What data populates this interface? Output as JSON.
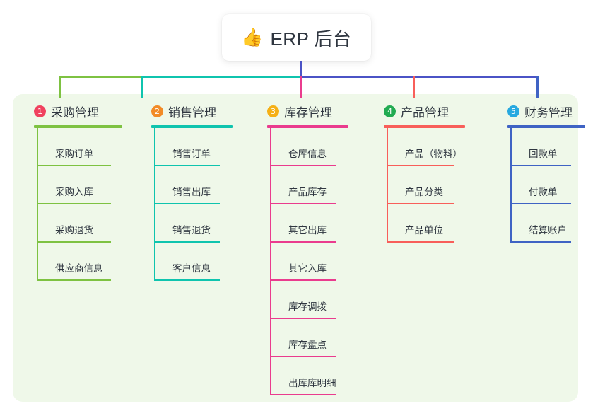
{
  "root": {
    "icon": "thumbs-up-icon",
    "icon_glyph": "👍",
    "title": "ERP 后台",
    "card_bg": "#ffffff"
  },
  "panel": {
    "background": "#eff8e9"
  },
  "connectors": {
    "trunk_color": "#4b53c6",
    "segments": [
      {
        "name": "green-segment",
        "color": "#7ec242"
      },
      {
        "name": "teal-segment",
        "color": "#0fc4ae"
      },
      {
        "name": "blue-segment",
        "color": "#4b53c6"
      }
    ],
    "drops": [
      {
        "name": "drop-1",
        "color": "#7ec242"
      },
      {
        "name": "drop-2",
        "color": "#0fc4ae"
      },
      {
        "name": "drop-3",
        "color": "#ea3c8e"
      },
      {
        "name": "drop-4",
        "color": "#f85f5a"
      },
      {
        "name": "drop-5",
        "color": "#3f63c4"
      }
    ]
  },
  "columns": [
    {
      "number": "1",
      "badge_color": "#f0425f",
      "accent": "#7ec242",
      "title": "采购管理",
      "items": [
        {
          "label": "采购订单"
        },
        {
          "label": "采购入库"
        },
        {
          "label": "采购退货"
        },
        {
          "label": "供应商信息"
        }
      ]
    },
    {
      "number": "2",
      "badge_color": "#f28b27",
      "accent": "#0fc4ae",
      "title": "销售管理",
      "items": [
        {
          "label": "销售订单"
        },
        {
          "label": "销售出库"
        },
        {
          "label": "销售退货"
        },
        {
          "label": "客户信息"
        }
      ]
    },
    {
      "number": "3",
      "badge_color": "#f5b016",
      "accent": "#ea3c8e",
      "title": "库存管理",
      "items": [
        {
          "label": "仓库信息"
        },
        {
          "label": "产品库存"
        },
        {
          "label": "其它出库"
        },
        {
          "label": "其它入库"
        },
        {
          "label": "库存调拨"
        },
        {
          "label": "库存盘点"
        },
        {
          "label": "出库库明细"
        }
      ]
    },
    {
      "number": "4",
      "badge_color": "#22ab52",
      "accent": "#f85f5a",
      "title": "产品管理",
      "items": [
        {
          "label": "产品（物料）"
        },
        {
          "label": "产品分类"
        },
        {
          "label": "产品单位"
        }
      ]
    },
    {
      "number": "5",
      "badge_color": "#27a9e0",
      "accent": "#3f63c4",
      "title": "财务管理",
      "items": [
        {
          "label": "回款单"
        },
        {
          "label": "付款单"
        },
        {
          "label": "结算账户"
        }
      ]
    }
  ]
}
